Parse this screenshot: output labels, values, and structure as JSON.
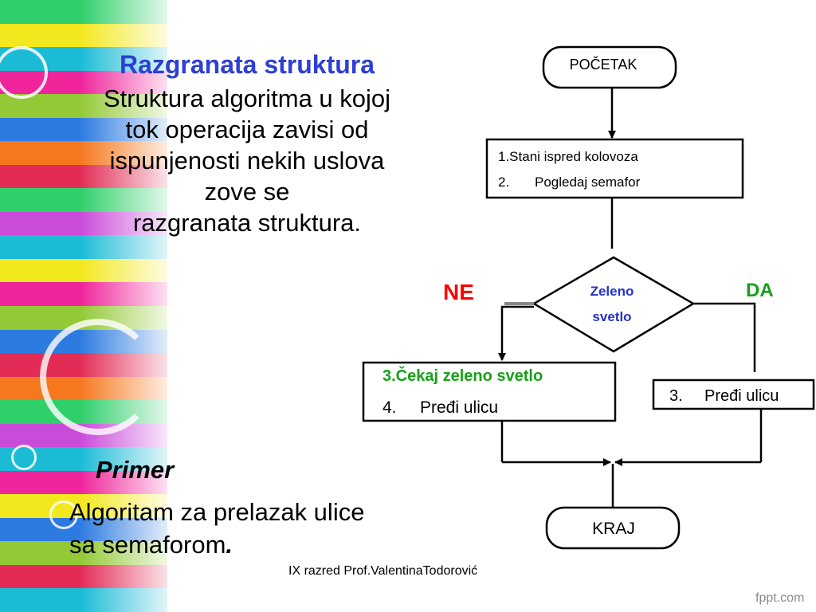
{
  "slide": {
    "title": "Razgranata struktura",
    "intro_lines": [
      "Struktura algoritma u kojoj",
      "tok operacija zavisi od",
      "ispunjenosti nekih uslova",
      "zove se",
      "razgranata struktura."
    ],
    "example_title": "Primer",
    "example_lines": [
      "Algoritam za prelazak ulice",
      "sa semaforom"
    ],
    "example_end": ".",
    "footer": "IX razred  Prof.ValentinaTodorović",
    "watermark": "fppt.com"
  },
  "flowchart": {
    "start": "POČETAK",
    "step1_line1": "1.Stani ispred  kolovoza",
    "step1_line2_num": "2.",
    "step1_line2_text": "Pogledaj semafor",
    "decision_line1": "Zeleno",
    "decision_line2": "svetlo",
    "no_label": "NE",
    "yes_label": "DA",
    "no_branch_line1": "3.Čekaj zeleno svetlo",
    "no_branch_line2_num": "4.",
    "no_branch_line2_text": "Pređi ulicu",
    "yes_branch_num": "3.",
    "yes_branch_text": "Pređi ulicu",
    "end": "KRAJ"
  },
  "colors": {
    "title_blue": "#2d3fd4",
    "no_red": "#ff0000",
    "yes_green": "#18a018",
    "decision_blue": "#2233c8",
    "green_step": "#18a018"
  },
  "decor": {
    "stripe_colors": [
      "#2fcf6a",
      "#f3e81d",
      "#1bbbd6",
      "#f0249b",
      "#93c936",
      "#2d7be0",
      "#f5781f",
      "#e22c55",
      "#2fcf6a",
      "#c94bd9",
      "#1bbbd6",
      "#f3e81d",
      "#f0249b",
      "#93c936",
      "#2d7be0",
      "#e22c55",
      "#f5781f",
      "#2fcf6a",
      "#c94bd9",
      "#1bbbd6",
      "#f0249b",
      "#f3e81d",
      "#2d7be0",
      "#93c936",
      "#e22c55",
      "#1bbbd6"
    ]
  }
}
